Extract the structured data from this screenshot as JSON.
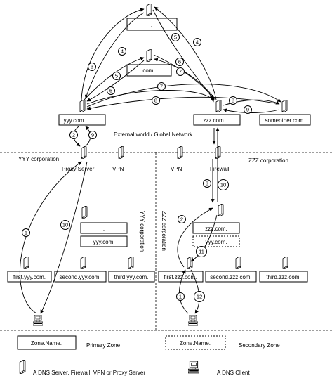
{
  "zones": {
    "root_dot": ".",
    "com": "com.",
    "yyy": "yyy.com",
    "zzz": "zzz.com",
    "someother": "someother.com.",
    "yyy_inner_dot": ".",
    "yyy_inner": "yyy.com.",
    "zzz_inner": "zzz.com.",
    "yyy_secondary": "yyy.com.",
    "first_yyy": "first.yyy.com.",
    "second_yyy": "second.yyy.com.",
    "third_yyy": "third.yyy.com.",
    "first_zzz": "first.zzz.com.",
    "second_zzz": "second.zzz.com.",
    "third_zzz": "third.zzz.com."
  },
  "labels": {
    "external": "External world / Global Network",
    "yyy_corp": "YYY corporation",
    "zzz_corp": "ZZZ corporation",
    "proxy": "Proxy Server",
    "vpn_left": "VPN",
    "vpn_right": "VPN",
    "firewall": "Firewall",
    "yyy_vertical": "YYY corporation",
    "zzz_vertical": "ZZZ corporation"
  },
  "legend": {
    "primary_sample": "Zone.Name.",
    "primary_label": "Primary Zone",
    "secondary_sample": "Zone.Name.",
    "secondary_label": "Secondary Zone",
    "server_label": "A DNS Server, Firewall, VPN or Proxy Server",
    "client_label": "A DNS Client"
  },
  "steps": {
    "s1": "1",
    "s2": "2",
    "s3": "3",
    "s4a": "4",
    "s4b": "4",
    "s5a": "5",
    "s5b": "5",
    "s6a": "6",
    "s6b": "6",
    "s7a": "7",
    "s7b": "7",
    "s8a": "8",
    "s8b": "8",
    "s9a": "9",
    "s9b": "9",
    "s10": "10",
    "z1": "1",
    "z2": "2",
    "z3": "3",
    "z10": "10",
    "z11": "11",
    "z12": "12"
  }
}
